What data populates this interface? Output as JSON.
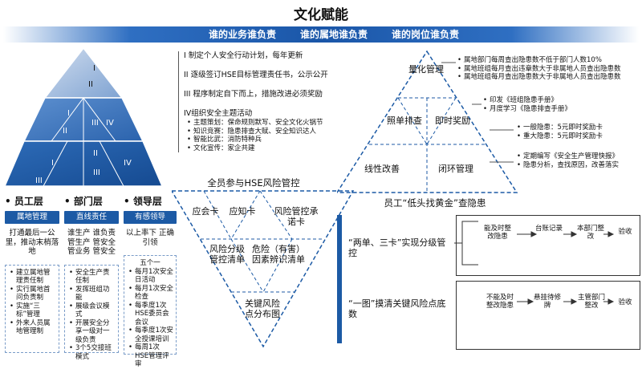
{
  "title": "文化赋能",
  "banner": [
    "谁的业务谁负责",
    "谁的属地谁负责",
    "谁的岗位谁负责"
  ],
  "pyramid_levels": [
    "I",
    "II",
    "III",
    "I",
    "II",
    "III",
    "IV",
    "I",
    "II",
    "III",
    "IV"
  ],
  "roman_list": [
    "I 制定个人安全行动计划，每年更新",
    "II 逐级签订HSE目标管理责任书，公示公开",
    "III 程序制定自下而上，措施改进必须奖励",
    "IV组织安全主题活动"
  ],
  "roman_sub": [
    "主题策划：保命规则默写、安全文化火锅节",
    "知识竞赛：隐患排查大赋、安全知识达人",
    "智能比武：消防特种兵",
    "文化宣传：家企共建"
  ],
  "columns": [
    {
      "head": "员工层",
      "tag": "属地管理",
      "duty": "打通最后一公里，推动末梢落地",
      "items": [
        "建立属地管理责任制",
        "实行属地首问负责制",
        "实施“三标”管理",
        "外来人员属地管理制"
      ]
    },
    {
      "head": "部门层",
      "tag": "直线责任",
      "duty": "谁生产 谁负责 管生产 管安全 管业务 管安全",
      "items": [
        "安全生产责任制",
        "发挥班组功能",
        "展级会议模式",
        "开展安全分享一级对一级负责",
        "3个5交接班模式"
      ]
    },
    {
      "head": "领导层",
      "tag": "有感领导",
      "duty": "以上率下 正确引领",
      "items_title": "五个一",
      "items": [
        "每月1次安全日活动",
        "每月1次安全检查",
        "每季度1次HSE委员会会议",
        "每季度1次安全授课培训",
        "每周1次HSE管理评审"
      ]
    }
  ],
  "v_diagram": {
    "top_label": "全员参与HSE风险管控",
    "cells": [
      "应会卡",
      "应知卡",
      "风险管控承诺卡",
      "风险分级管控清单",
      "危险（有害）因素辨识清单",
      "关键风险点分布图"
    ]
  },
  "right_diamond": {
    "top_label": "量化管理",
    "cells": [
      "照单排查",
      "即时奖励",
      "线性改善",
      "闭环管理"
    ],
    "bottom_label": "员工“低头找黄金”查隐患"
  },
  "quant_list": [
    "属地部门每周查出隐患数不低于部门人数10%",
    "属地班组每月查出违章数大于非属地人员查出隐患数",
    "属地班组每月查出隐患数大于非属地人员查出隐患数"
  ],
  "handbook_list": [
    "印发《班组隐患手册》",
    "月度学习《隐患排查手册》"
  ],
  "reward_list": [
    "一般隐患：5元即时奖励卡",
    "重大隐患：5元即时奖励卡"
  ],
  "report_list": [
    "定期编写《安全生产管理快报》",
    "隐患分析，查找原因，改善落实"
  ],
  "mid_labels": [
    "“两单、三卡”实现分级管控",
    "“一图”摸清关键风险点底数"
  ],
  "flow1": [
    "能及时整改隐患",
    "台账记录",
    "本部门整改",
    "验收"
  ],
  "flow2": [
    "不能及时整改隐患",
    "悬挂待修牌",
    "主管部门整改",
    "验收"
  ]
}
